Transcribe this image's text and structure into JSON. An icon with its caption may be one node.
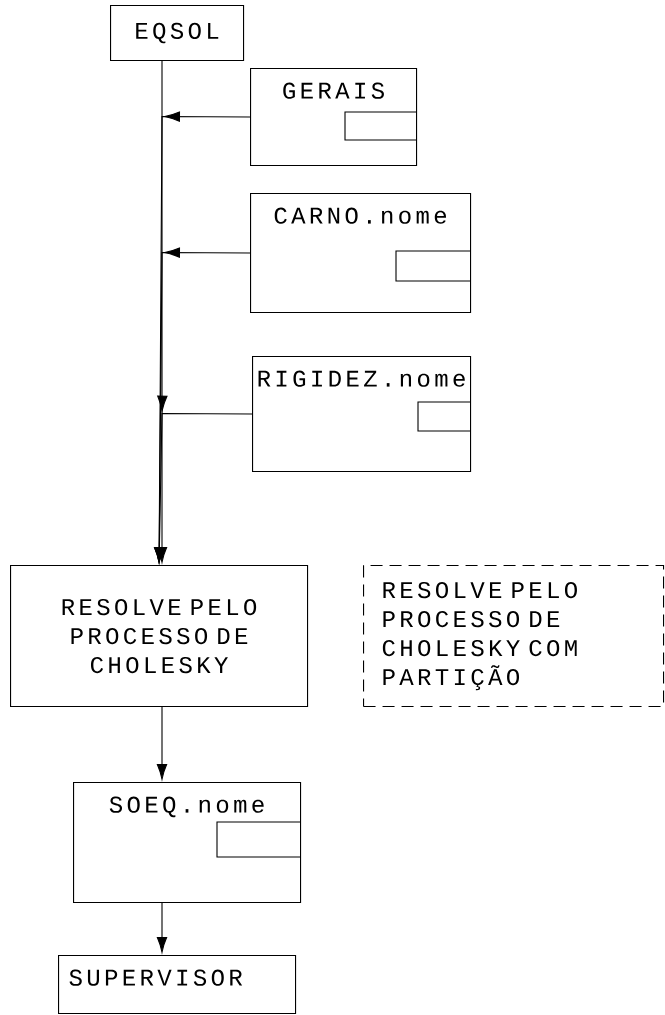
{
  "diagram": {
    "nodes": [
      {
        "text": [
          "EQSOL"
        ]
      },
      {
        "text": [
          "GERAIS"
        ]
      },
      {
        "text": [
          "CARNO.nome"
        ]
      },
      {
        "text": [
          "RIGIDEZ.nome"
        ]
      },
      {
        "text": [
          "RESOLVE PELO PROCESSO DE CHOLESKY"
        ]
      },
      {
        "text": [
          "RESOLVE PELO PROCESSO DE CHOLESKY COM PARTIÇÃO"
        ]
      },
      {
        "text": [
          "SOEQ.nome"
        ]
      },
      {
        "text": [
          "SUPERVISOR"
        ]
      }
    ],
    "edges": [
      {
        "from": 0,
        "to": 4,
        "arrow": "to"
      },
      {
        "from": 1,
        "to": 4,
        "arrow": "to"
      },
      {
        "from": 2,
        "to": 4,
        "arrow": "to"
      },
      {
        "from": 3,
        "to": 4,
        "arrow": "to"
      },
      {
        "from": 4,
        "to": 6,
        "arrow": "to"
      },
      {
        "from": 6,
        "to": 7,
        "arrow": "to"
      }
    ]
  }
}
